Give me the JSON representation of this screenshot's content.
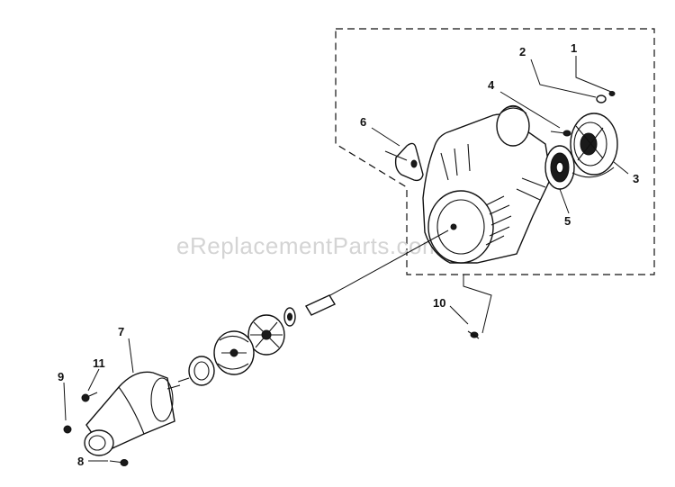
{
  "watermark": "eReplacementParts.com",
  "callouts": {
    "c1": "1",
    "c2": "2",
    "c3": "3",
    "c4": "4",
    "c5": "5",
    "c6": "6",
    "c7": "7",
    "c8": "8",
    "c9": "9",
    "c10": "10",
    "c11": "11"
  }
}
